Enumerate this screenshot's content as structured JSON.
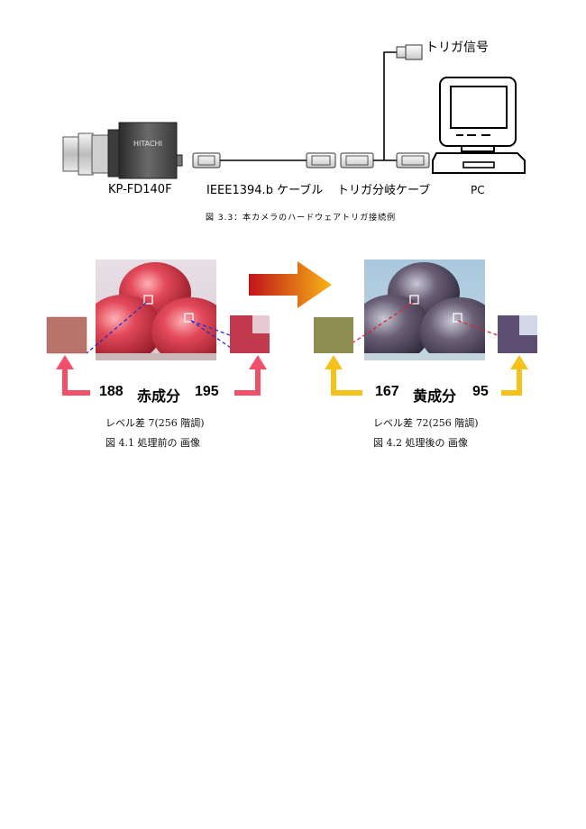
{
  "figure33": {
    "trigger_signal": "トリガ信号",
    "camera_brand": "HITACHI",
    "camera_model": "KP-FD140F",
    "cable_label": "IEEE1394.b ケーブル",
    "branch_cable_label": "トリガ分岐ケーブ",
    "pc_label": "PC",
    "caption": "図 3.3：本カメラのハードウェアトリガ接続例"
  },
  "figure41": {
    "left_value": "188",
    "component": "赤成分",
    "right_value": "195",
    "level_text": "レベル差 7(256 階調)",
    "caption": "図 4.1 処理前の 画像"
  },
  "figure42": {
    "left_value": "167",
    "component": "黄成分",
    "right_value": "95",
    "level_text": "レベル差 72(256 階調)",
    "caption": "図 4.2 処理後の 画像"
  },
  "colors": {
    "red_arrow": "#f0506a",
    "yellow_arrow": "#f5c21a",
    "orange_arrow_start": "#c0141a",
    "orange_arrow_end": "#f7b514"
  }
}
